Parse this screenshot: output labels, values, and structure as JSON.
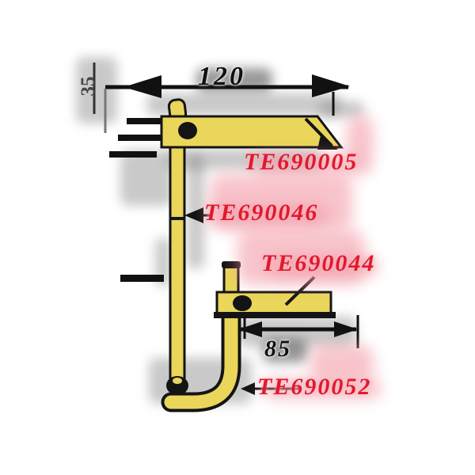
{
  "drawing": {
    "kind": "clamp technical drawing",
    "dimensions": {
      "width": "120",
      "height": "35",
      "depth": "85"
    },
    "parts": [
      {
        "label": "TE690005"
      },
      {
        "label": "TE690046"
      },
      {
        "label": "TE690044"
      },
      {
        "label": "TE690052"
      }
    ],
    "colors": {
      "part_fill": "#E9D65A",
      "outline": "#141414",
      "label_red": "#E2192E",
      "dim_gray": "#474747"
    }
  }
}
